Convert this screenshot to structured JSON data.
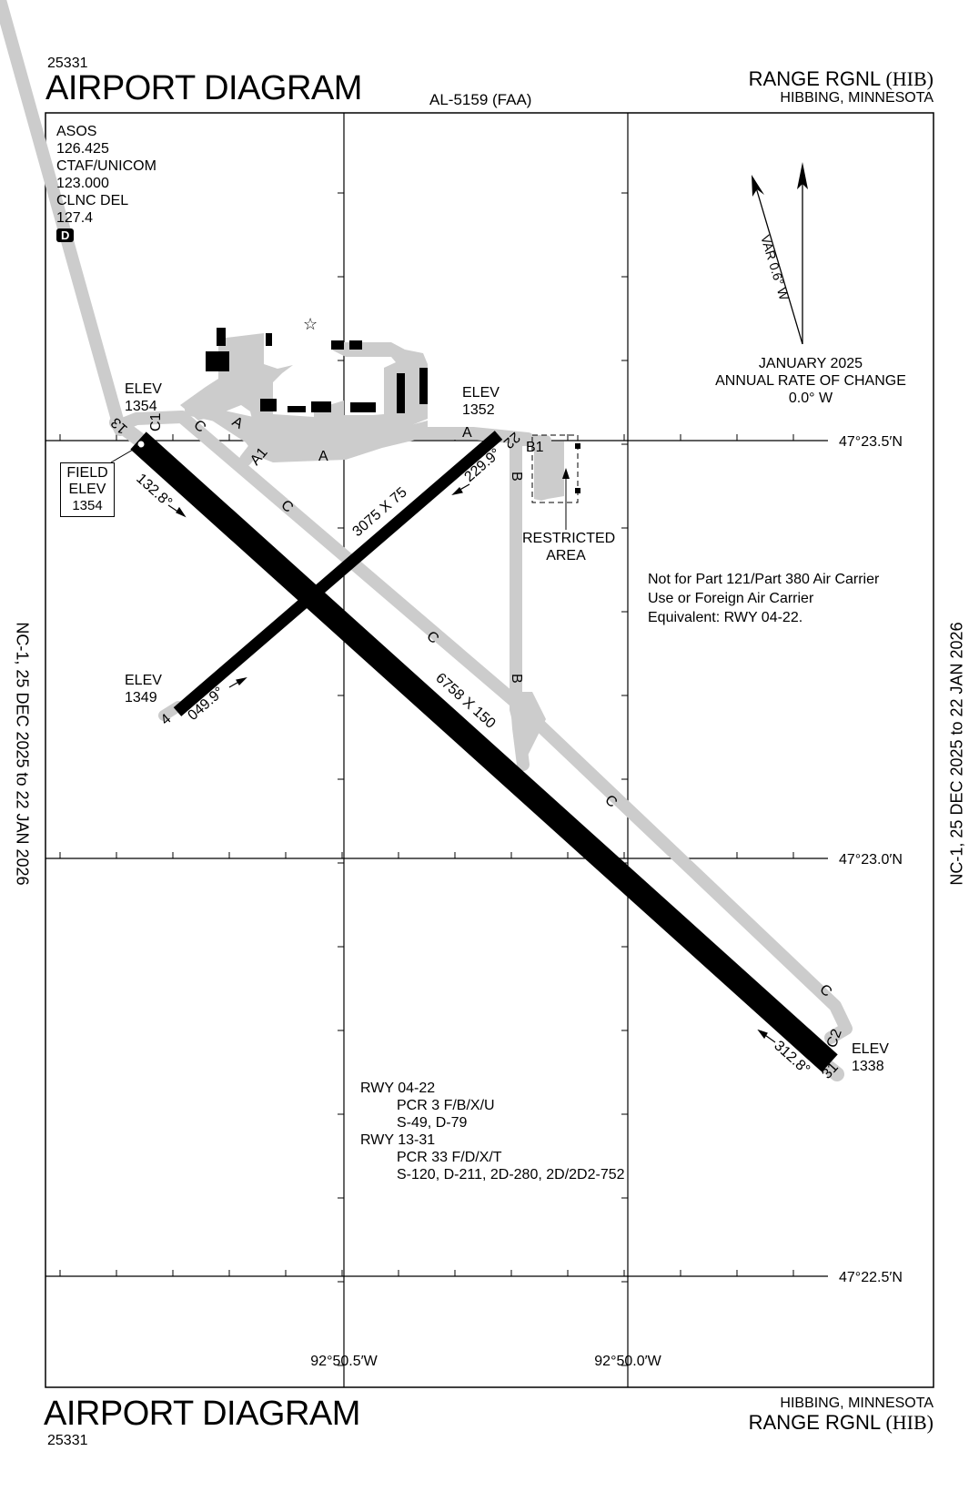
{
  "header": {
    "chart_number": "25331",
    "title": "AIRPORT DIAGRAM",
    "procedure_id": "AL-5159 (FAA)",
    "airport_name": "RANGE RGNL",
    "airport_id": "(HIB)",
    "city_state": "HIBBING, MINNESOTA"
  },
  "footer": {
    "title": "AIRPORT DIAGRAM",
    "chart_number": "25331",
    "city_state": "HIBBING, MINNESOTA",
    "airport_name": "RANGE RGNL",
    "airport_id": "(HIB)"
  },
  "side_labels": {
    "left": "NC-1,  25 DEC 2025  to  22 JAN 2026",
    "right": "NC-1,  25 DEC 2025  to  22 JAN 2026"
  },
  "frequencies": {
    "lines": [
      "ASOS",
      "126.425",
      "CTAF/UNICOM",
      "123.000",
      "CLNC DEL",
      "127.4"
    ],
    "atis_badge": "D"
  },
  "magnetic": {
    "var_label": "VAR 0.6° W",
    "date": "JANUARY 2025",
    "rate_label": "ANNUAL RATE OF CHANGE",
    "rate_value": "0.0° W"
  },
  "latitudes": [
    "47°23.5′N",
    "47°23.0′N",
    "47°22.5′N"
  ],
  "longitudes": [
    "92°50.5′W",
    "92°50.0′W"
  ],
  "field_elev": {
    "line1": "FIELD",
    "line2": "ELEV",
    "value": "1354"
  },
  "elevations": {
    "rwy13": {
      "label": "ELEV",
      "value": "1354"
    },
    "rwy22": {
      "label": "ELEV",
      "value": "1352"
    },
    "rwy4": {
      "label": "ELEV",
      "value": "1349"
    },
    "rwy31": {
      "label": "ELEV",
      "value": "1338"
    }
  },
  "runways": {
    "rwy13_31": {
      "dims": "6758 X 150",
      "hdg13": "132.8°",
      "hdg31": "312.8°",
      "end13": "13",
      "end31": "31"
    },
    "rwy04_22": {
      "dims": "3075 X 75",
      "hdg04": "049.9°",
      "hdg22": "229.9°",
      "end04": "4",
      "end22": "22"
    }
  },
  "taxiways": [
    "A",
    "A1",
    "B",
    "B1",
    "C",
    "C1",
    "C2"
  ],
  "restricted_area": {
    "line1": "RESTRICTED",
    "line2": "AREA"
  },
  "remarks_note": [
    "Not for Part 121/Part 380 Air Carrier",
    "Use or Foreign Air Carrier",
    "Equivalent: RWY 04-22."
  ],
  "pavement": {
    "rwy0422_title": "RWY 04-22",
    "rwy0422_pcr": "PCR 3 F/B/X/U",
    "rwy0422_strength": "S-49, D-79",
    "rwy1331_title": "RWY 13-31",
    "rwy1331_pcr": "PCR 33 F/D/X/T",
    "rwy1331_strength": "S-120, D-211, 2D-280, 2D/2D2-752"
  }
}
